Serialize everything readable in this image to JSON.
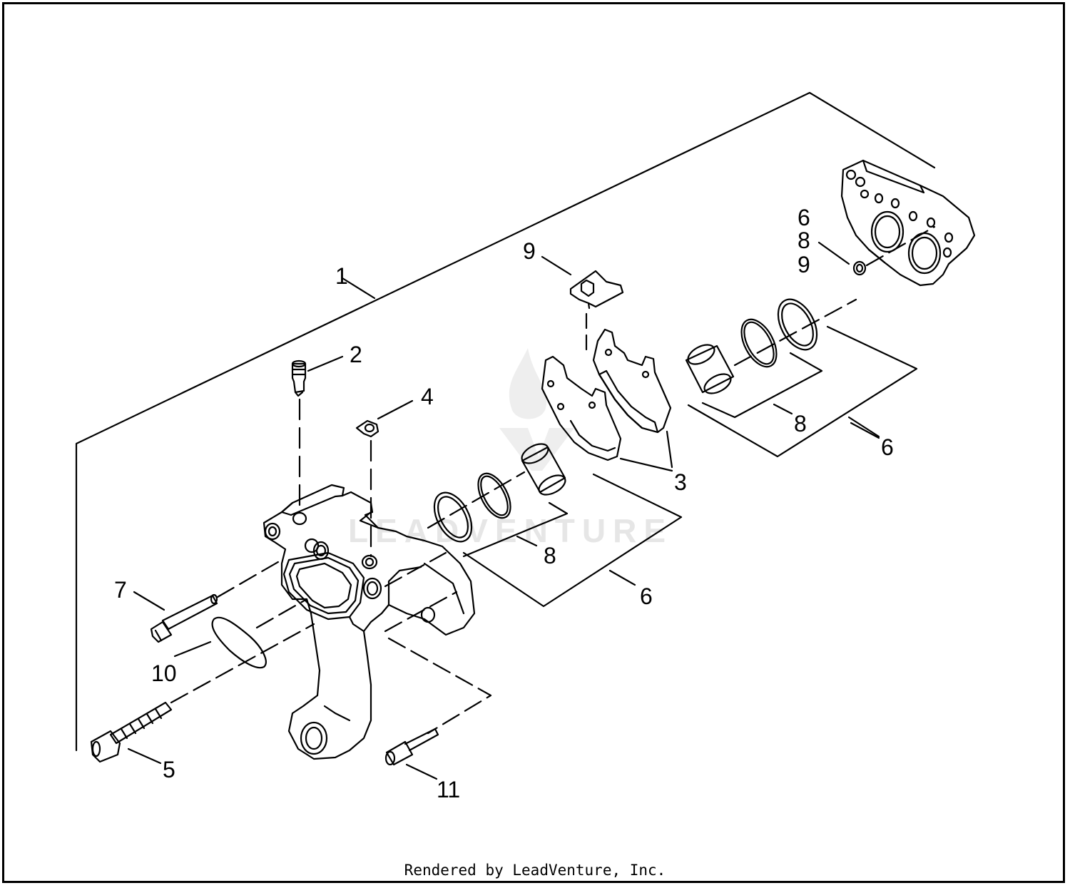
{
  "watermark": {
    "text": "LEADVENTURE"
  },
  "footer": {
    "text": "Rendered by LeadVenture, Inc."
  },
  "callouts": {
    "c1": "1",
    "c2": "2",
    "c3": "3",
    "c4": "4",
    "c5": "5",
    "c6a": "6",
    "c6b": "6",
    "c6c": "6",
    "c7": "7",
    "c8a": "8",
    "c8b": "8",
    "c8c": "8",
    "c9a": "9",
    "c9b": "9",
    "c10": "10",
    "c11": "11"
  },
  "colors": {
    "line": "#000000",
    "watermark": "#e6e6e6"
  }
}
